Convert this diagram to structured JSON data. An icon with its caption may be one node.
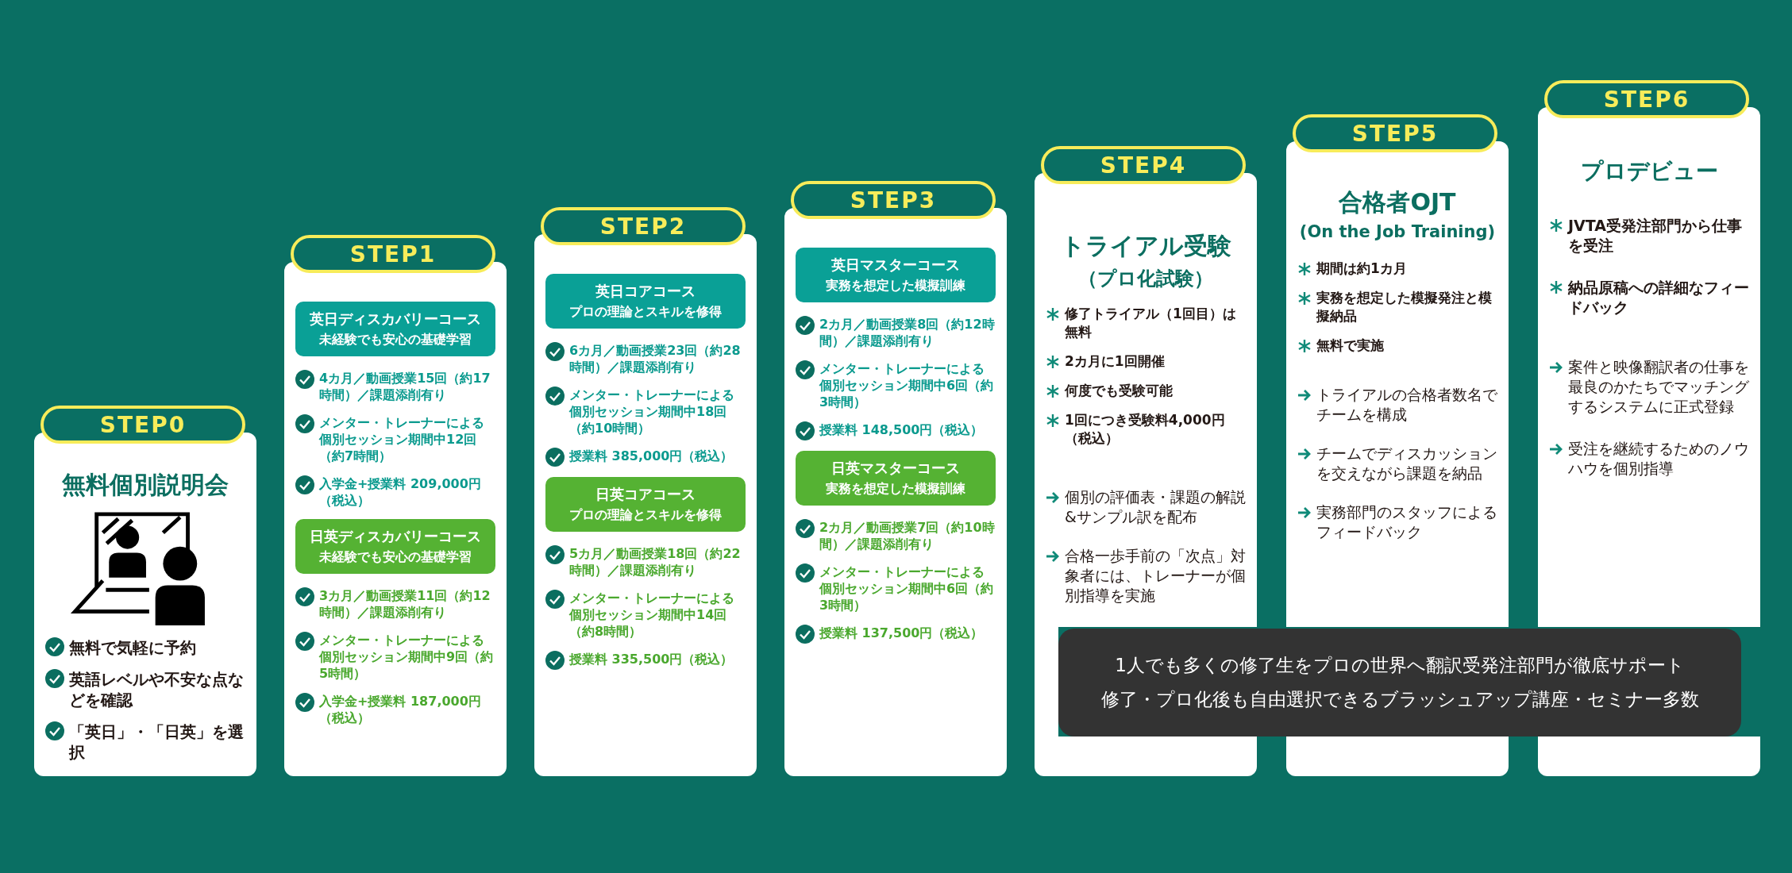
{
  "diagram": {
    "nodes": [
      {
        "text": [
          "無料個別説明会",
          "無料で気軽に予約",
          "英語レベルや不安な点などを確認",
          "「英日」・「日英」を選択"
        ]
      },
      {
        "text": [
          "STEP0"
        ]
      },
      {
        "text": [
          "4カ月／動画授業15回（約17時間）／課題添削有り",
          "メンター・トレーナーによる個別セッション期間中12回（約7時間）",
          "入学金+授業料 209,000円（税込）",
          "3カ月／動画授業11回（約12時間）／課題添削有り",
          "メンター・トレーナーによる個別セッション期間中9回（約5時間）",
          "入学金+授業料 187,000円（税込）"
        ]
      },
      {
        "text": [
          "STEP1"
        ]
      },
      {
        "text": [
          "英日ディスカバリーコース",
          "未経験でも安心の基礎学習"
        ],
        "in": 2
      },
      {
        "text": [
          "日英ディスカバリーコース",
          "未経験でも安心の基礎学習"
        ],
        "in": 2
      },
      {
        "text": [
          "6カ月／動画授業23回（約28時間）／課題添削有り",
          "メンター・トレーナーによる個別セッション期間中18回（約10時間）",
          "授業料 385,000円（税込）",
          "5カ月／動画授業18回（約22時間）／課題添削有り",
          "メンター・トレーナーによる個別セッション期間中14回（約8時間）",
          "授業料 335,500円（税込）"
        ]
      },
      {
        "text": [
          "STEP2"
        ]
      },
      {
        "text": [
          "英日コアコース",
          "プロの理論とスキルを修得"
        ],
        "in": 6
      },
      {
        "text": [
          "日英コアコース",
          "プロの理論とスキルを修得"
        ],
        "in": 6
      },
      {
        "text": [
          "2カ月／動画授業8回（約12時間）／課題添削有り",
          "メンター・トレーナーによる個別セッション期間中6回（約3時間）",
          "授業料 148,500円（税込）",
          "2カ月／動画授業7回（約10時間）／課題添削有り",
          "メンター・トレーナーによる個別セッション期間中6回（約3時間）",
          "授業料 137,500円（税込）"
        ]
      },
      {
        "text": [
          "STEP3"
        ]
      },
      {
        "text": [
          "英日マスターコース",
          "実務を想定した模擬訓練"
        ],
        "in": 10
      },
      {
        "text": [
          "日英マスターコース",
          "実務を想定した模擬訓練"
        ],
        "in": 10
      },
      {
        "text": [
          "トライアル受験",
          "（プロ化試験）",
          "修了トライアル（1回目）は無料",
          "2カ月に1回開催",
          "何度でも受験可能",
          "1回につき受験料4,000円（税込）",
          "個別の評価表・課題の解説&サンプル訳を配布",
          "合格一歩手前の「次点」対象者には、トレーナーが個別指導を実施"
        ]
      },
      {
        "text": [
          "STEP4"
        ]
      },
      {
        "text": [
          "合格者OJT",
          "(On the Job Training)",
          "期間は約1カ月",
          "実務を想定した模擬発注と模擬納品",
          "無料で実施",
          "トライアルの合格者数名でチームを構成",
          "チームでディスカッションを交えながら課題を納品",
          "実務部門のスタッフによるフィードバック"
        ]
      },
      {
        "text": [
          "STEP5"
        ]
      },
      {
        "text": [
          "プロデビュー",
          "JVTA受発注部門から仕事を受注",
          "納品原稿への詳細なフィードバック",
          "案件と映像翻訳者の仕事を最良のかたちでマッチングするシステムに正式登録",
          "受注を継続するためのノウハウを個別指導"
        ]
      },
      {
        "text": [
          "STEP6"
        ]
      },
      {
        "text": [
          "1人でも多くの修了生をプロの世界へ翻訳受発注部門が徹底サポート",
          "修了・プロ化後も自由選択できるブラッシュアップ講座・セミナー多数"
        ]
      }
    ]
  }
}
